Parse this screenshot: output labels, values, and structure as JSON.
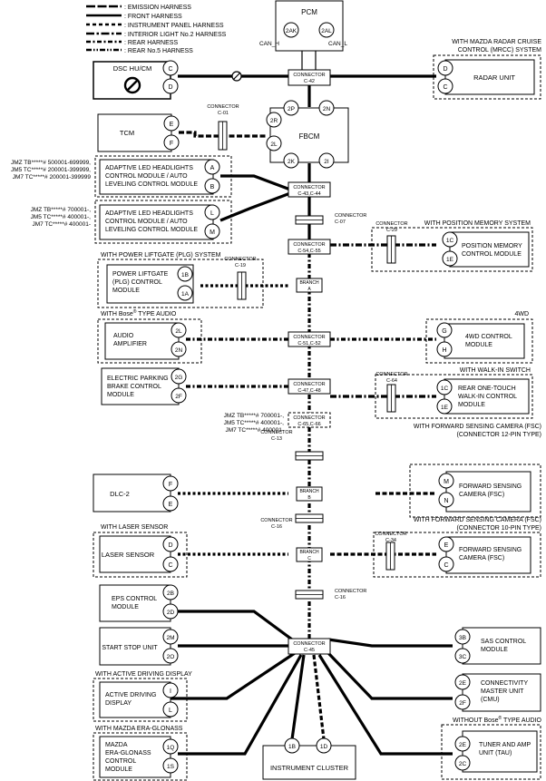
{
  "legend": [
    {
      "label": ": EMISSION HARNESS",
      "style": "emission"
    },
    {
      "label": ": FRONT HARNESS",
      "style": "front"
    },
    {
      "label": ": INSTRUMENT PANEL HARNESS",
      "style": "instrument"
    },
    {
      "label": ": INTERIOR LIGHT No.2 HARNESS",
      "style": "interior"
    },
    {
      "label": ": REAR HARNESS",
      "style": "rear"
    },
    {
      "label": ": REAR No.5 HARNESS",
      "style": "rear5"
    }
  ],
  "modules": {
    "pcm": "PCM",
    "dsc": "DSC HU/CM",
    "tcm": "TCM",
    "fbcm": "FBCM",
    "radar": "RADAR UNIT",
    "headlights_a": [
      "ADAPTIVE LED HEADLIGHTS",
      "CONTROL MODULE / AUTO",
      "LEVELING CONTROL MODULE"
    ],
    "headlights_b": [
      "ADAPTIVE LED HEADLIGHTS",
      "CONTROL MODULE / AUTO",
      "LEVELING CONTROL MODULE"
    ],
    "position_memory": [
      "POSITION MEMORY",
      "CONTROL MODULE"
    ],
    "plg": [
      "POWER LIFTGATE",
      "(PLG) CONTROL",
      "MODULE"
    ],
    "audio_amp": [
      "AUDIO",
      "AMPLIFIER"
    ],
    "awd": [
      "4WD CONTROL",
      "MODULE"
    ],
    "epb": [
      "ELECTRIC PARKING",
      "BRAKE CONTROL",
      "MODULE"
    ],
    "walkin": [
      "REAR ONE-TOUCH",
      "WALK-IN CONTROL",
      "MODULE"
    ],
    "dlc": "DLC-2",
    "fsc12": [
      "FORWARD SENSING",
      "CAMERA (FSC)"
    ],
    "laser": "LASER SENSOR",
    "fsc10": [
      "FORWARD SENSING",
      "CAMERA (FSC)"
    ],
    "eps": [
      "EPS CONTROL",
      "MODULE"
    ],
    "sas": [
      "SAS CONTROL",
      "MODULE"
    ],
    "start_stop": "START STOP UNIT",
    "cmu": [
      "CONNECTIVITY",
      "MASTER UNIT",
      "(CMU)"
    ],
    "add": [
      "ACTIVE DRIVING",
      "DISPLAY"
    ],
    "era": [
      "MAZDA",
      "ERA-GLONASS",
      "CONTROL",
      "MODULE"
    ],
    "instrument": "INSTRUMENT CLUSTER",
    "tau": [
      "TUNER AND AMP",
      "UNIT (TAU)"
    ]
  },
  "group_labels": {
    "mrcc": [
      "WITH MAZDA RADAR CRUISE",
      "CONTROL (MRCC) SYSTEM"
    ],
    "position_memory": "WITH POSITION MEMORY SYSTEM",
    "plg": "WITH POWER LIFTGATE (PLG) SYSTEM",
    "bose": "WITH Bose",
    "bose_rest": " TYPE AUDIO",
    "awd": "4WD",
    "walkin": "WITH WALK-IN SWITCH",
    "fsc12": [
      "WITH FORWARD SENSING CAMERA (FSC)",
      "(CONNECTOR 12-PIN TYPE)"
    ],
    "fsc10": [
      "WITH FORWARD SENSING CAMERA (FSC)",
      "(CONNECTOR 10-PIN TYPE)"
    ],
    "laser": "WITH LASER SENSOR",
    "add": "WITH ACTIVE DRIVING DISPLAY",
    "era": "WITH MAZDA ERA-GLONASS",
    "tau": "WITHOUT Bose",
    "tau_rest": " TYPE AUDIO"
  },
  "vin_labels": {
    "headlights_a": [
      "JMZ TB*****# 500001-699999,",
      "JM5 TC*****# 200001-399999,",
      "JM7 TC*****# 200001-399999"
    ],
    "headlights_b": [
      "JMZ TB*****# 700001-,",
      "JM5 TC*****# 400001-,",
      "JM7 TC*****# 400001-"
    ],
    "c65": [
      "JMZ TB*****# 700001-,",
      "JM5 TC*****# 400001-,",
      "JM7 TC*****# 400001-"
    ]
  },
  "connectors": {
    "c42": [
      "CONNECTOR",
      "C-42"
    ],
    "c4344": [
      "CONNECTOR",
      "C-43,C-44"
    ],
    "c5455": [
      "CONNECTOR",
      "C-54,C-55"
    ],
    "c5152": [
      "CONNECTOR",
      "C-51,C-52"
    ],
    "c4748": [
      "CONNECTOR",
      "C-47,C-48"
    ],
    "c6566": [
      "CONNECTOR",
      "C-65,C-66"
    ],
    "c45": [
      "CONNECTOR",
      "C-45"
    ],
    "c01": [
      "CONNECTOR",
      "C-01"
    ],
    "c07": [
      "CONNECTOR",
      "C-07"
    ],
    "c29": [
      "CONNECTOR",
      "C-29"
    ],
    "c19": [
      "CONNECTOR",
      "C-19"
    ],
    "c64": [
      "CONNECTOR",
      "C-64"
    ],
    "c13": [
      "CONNECTOR",
      "C-13"
    ],
    "c16a": [
      "CONNECTOR",
      "C-16"
    ],
    "c34": [
      "CONNECTOR",
      "C-34"
    ],
    "c16b": [
      "CONNECTOR",
      "C-16"
    ]
  },
  "branches": {
    "a": [
      "BRANCH",
      "A"
    ],
    "b": [
      "BRANCH",
      "B"
    ],
    "c": [
      "BRANCH",
      "C"
    ]
  },
  "pins": {
    "pcm_a": "2AK",
    "pcm_b": "2AL",
    "can_h": "CAN_H",
    "can_l": "CAN_L",
    "dsc_c": "C",
    "dsc_d": "D",
    "radar_d": "D",
    "radar_c": "C",
    "tcm_e": "E",
    "tcm_f": "F",
    "fbcm_2r": "2R",
    "fbcm_2n": "2N",
    "fbcm_2p": "2P",
    "fbcm_2l": "2L",
    "fbcm_2k": "2K",
    "fbcm_2i": "2I",
    "hl_a_a": "A",
    "hl_a_b": "B",
    "hl_b_l": "L",
    "hl_b_m": "M",
    "pm_1c": "1C",
    "pm_1e": "1E",
    "plg_1b": "1B",
    "plg_1a": "1A",
    "amp_2l": "2L",
    "amp_2n": "2N",
    "awd_g": "G",
    "awd_h": "H",
    "epb_2g": "2G",
    "epb_2f": "2F",
    "wi_1c": "1C",
    "wi_1e": "1E",
    "dlc_f": "F",
    "dlc_e": "E",
    "fsc12_m": "M",
    "fsc12_n": "N",
    "laser_d": "D",
    "laser_c": "C",
    "fsc10_e": "E",
    "fsc10_c": "C",
    "eps_2b": "2B",
    "eps_2d": "2D",
    "ss_2m": "2M",
    "ss_2o": "2O",
    "sas_3b": "3B",
    "sas_3c": "3C",
    "add_i": "I",
    "add_l": "L",
    "cmu_2e": "2E",
    "cmu_2f": "2F",
    "era_1q": "1Q",
    "era_1s": "1S",
    "ic_1b": "1B",
    "ic_1d": "1D",
    "tau_2e": "2E",
    "tau_2c": "2C"
  }
}
